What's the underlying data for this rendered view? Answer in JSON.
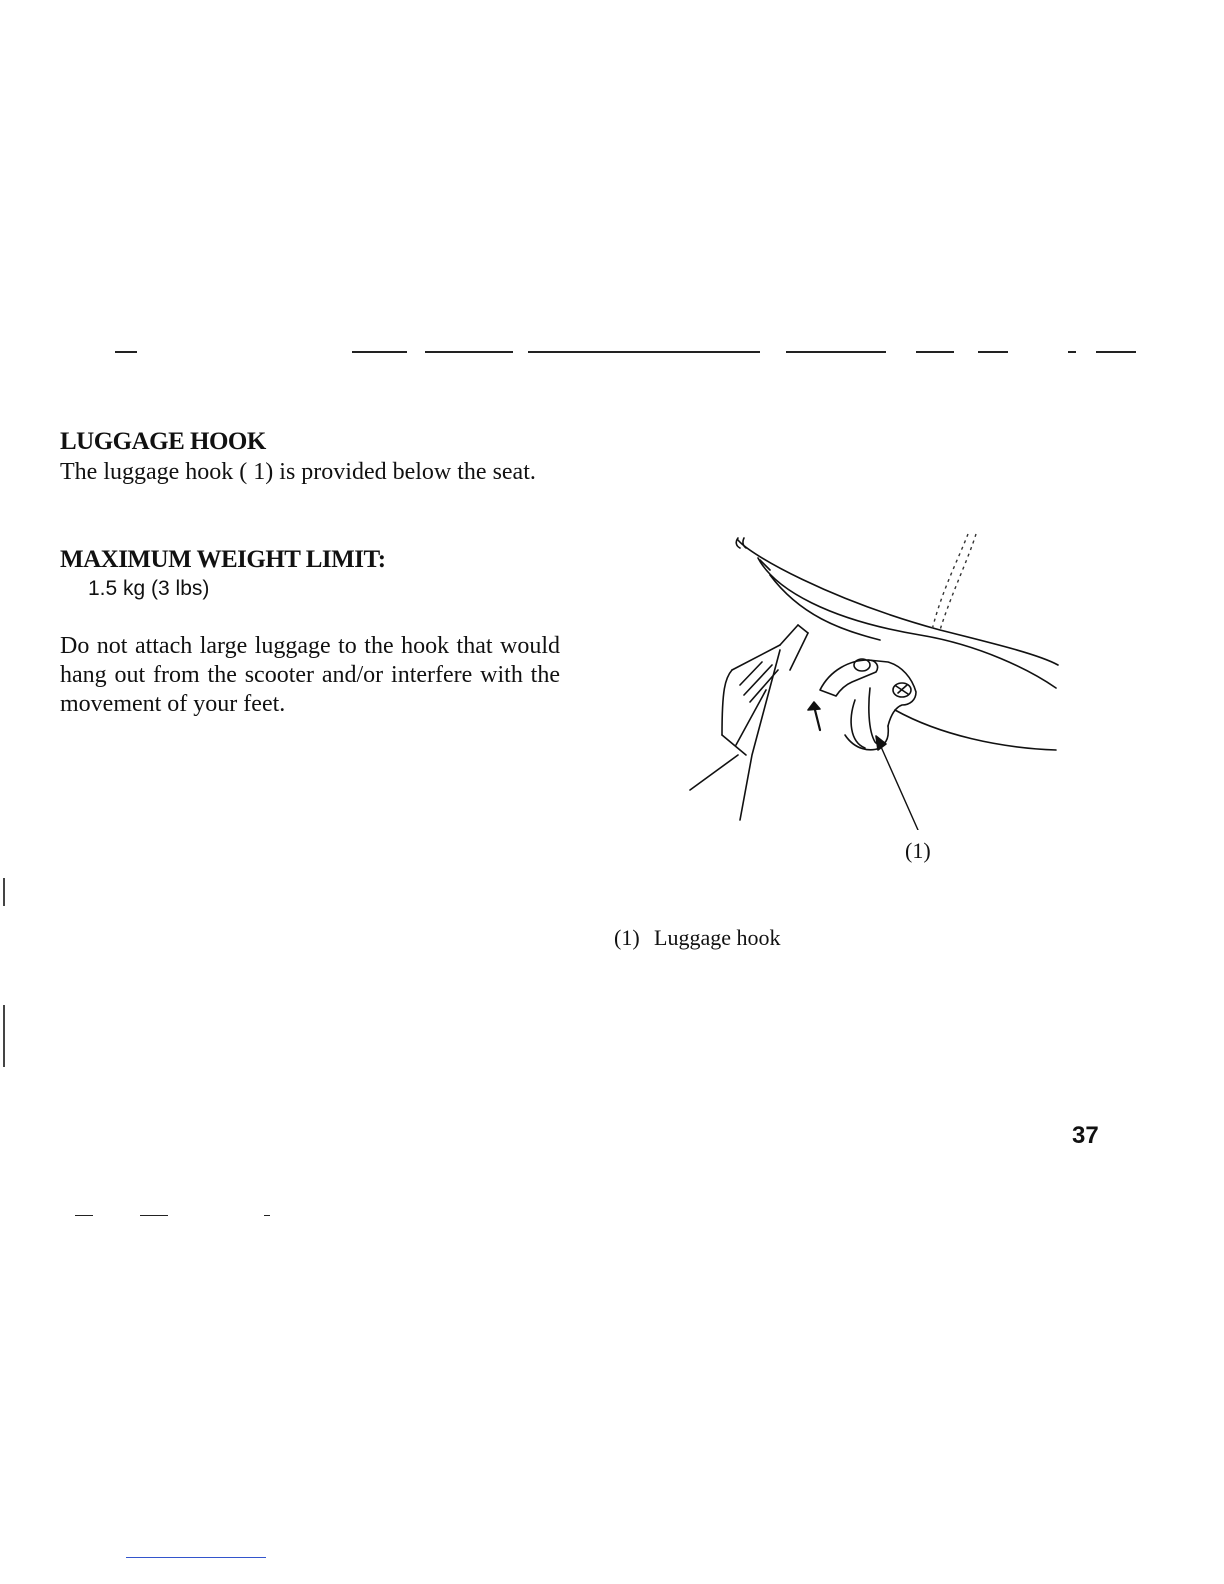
{
  "section": {
    "title": "LUGGAGE HOOK",
    "intro": "The luggage hook ( 1) is provided below the seat."
  },
  "weight_limit": {
    "heading": "MAXIMUM WEIGHT LIMIT:",
    "value": "1.5 kg (3 lbs)"
  },
  "warning_text": "Do not attach large luggage to the hook that would hang out from the scooter and/or interfere with the movement of your feet.",
  "figure": {
    "callout": "(1)",
    "caption_number": "(1)",
    "caption_label": "Luggage hook"
  },
  "page_number": "37"
}
